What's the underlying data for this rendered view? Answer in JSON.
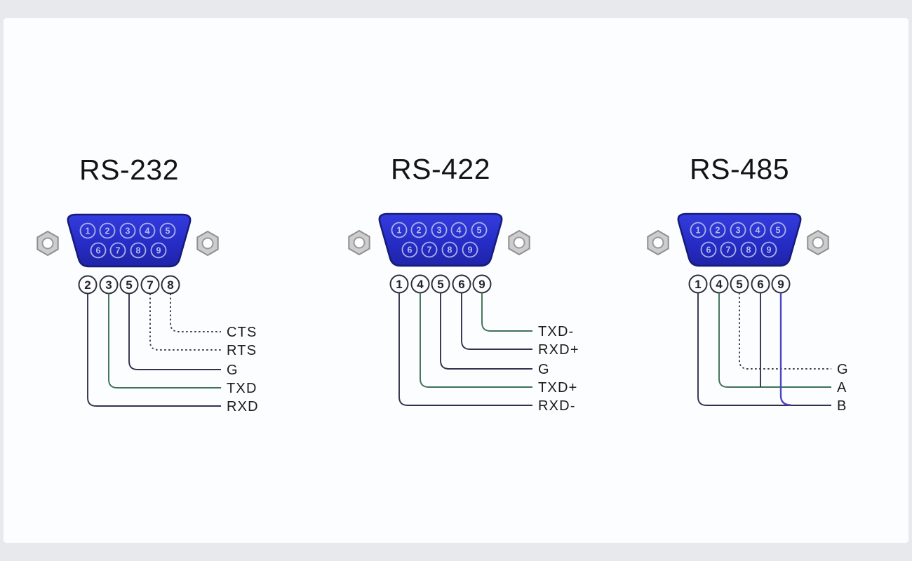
{
  "page": {
    "background": "#e7e9ec",
    "canvas_background": "#fcfdff"
  },
  "colors": {
    "connector_blue": "#2a31cf",
    "connector_border": "#161b78",
    "pin_ring": "#a9b2ec",
    "nut_gray": "#cdcdcd",
    "wire_dark": "#32324e",
    "wire_green": "#3e7157",
    "wire_indigo": "#4b46c0",
    "label_text": "#1b1b1b"
  },
  "groups": [
    {
      "title": "RS-232",
      "connector_pins_top": [
        "1",
        "2",
        "3",
        "4",
        "5"
      ],
      "connector_pins_bottom": [
        "6",
        "7",
        "8",
        "9"
      ],
      "breakout_pins": [
        "2",
        "3",
        "5",
        "7",
        "8"
      ],
      "signals": [
        {
          "pins": [
            "8"
          ],
          "label": "CTS",
          "line": "dotted"
        },
        {
          "pins": [
            "7"
          ],
          "label": "RTS",
          "line": "dotted"
        },
        {
          "pins": [
            "5"
          ],
          "label": "G",
          "line": "solid"
        },
        {
          "pins": [
            "3"
          ],
          "label": "TXD",
          "line": "green"
        },
        {
          "pins": [
            "2"
          ],
          "label": "RXD",
          "line": "solid"
        }
      ]
    },
    {
      "title": "RS-422",
      "connector_pins_top": [
        "1",
        "2",
        "3",
        "4",
        "5"
      ],
      "connector_pins_bottom": [
        "6",
        "7",
        "8",
        "9"
      ],
      "breakout_pins": [
        "1",
        "4",
        "5",
        "6",
        "9"
      ],
      "signals": [
        {
          "pins": [
            "9"
          ],
          "label": "TXD-",
          "line": "green"
        },
        {
          "pins": [
            "6"
          ],
          "label": "RXD+",
          "line": "solid"
        },
        {
          "pins": [
            "5"
          ],
          "label": "G",
          "line": "solid"
        },
        {
          "pins": [
            "4"
          ],
          "label": "TXD+",
          "line": "green"
        },
        {
          "pins": [
            "1"
          ],
          "label": "RXD-",
          "line": "solid"
        }
      ]
    },
    {
      "title": "RS-485",
      "connector_pins_top": [
        "1",
        "2",
        "3",
        "4",
        "5"
      ],
      "connector_pins_bottom": [
        "6",
        "7",
        "8",
        "9"
      ],
      "breakout_pins": [
        "1",
        "4",
        "5",
        "6",
        "9"
      ],
      "signals": [
        {
          "pins": [
            "5"
          ],
          "label": "G",
          "line": "dotted"
        },
        {
          "pins": [
            "4",
            "6"
          ],
          "label": "A",
          "line": "green"
        },
        {
          "pins": [
            "1",
            "9"
          ],
          "label": "B",
          "line": "solid"
        }
      ]
    }
  ]
}
